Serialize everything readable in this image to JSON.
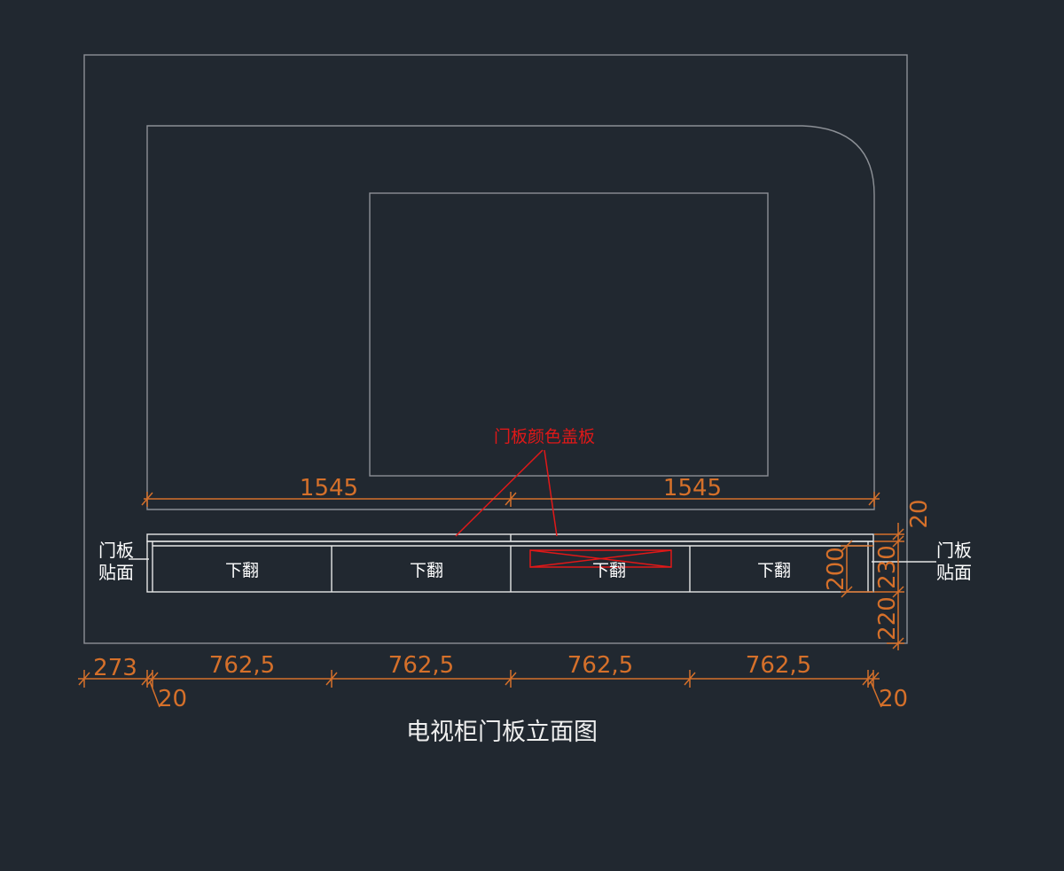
{
  "title": "电视柜门板立面图",
  "color_annotation": "门板颜色盖板",
  "side_labels": {
    "left": [
      "门板",
      "贴面"
    ],
    "right": [
      "门板",
      "贴面"
    ]
  },
  "doors": [
    {
      "label": "下翻"
    },
    {
      "label": "下翻"
    },
    {
      "label": "下翻"
    },
    {
      "label": "下翻"
    }
  ],
  "dimensions": {
    "top_left": "1545",
    "top_right": "1545",
    "left_offset": "273",
    "left_gap": "20",
    "door_widths": [
      "762,5",
      "762,5",
      "762,5",
      "762,5"
    ],
    "right_gap": "20",
    "door_height": "200",
    "cabinet_height": "230",
    "top_thickness": "20",
    "base_height": "220"
  },
  "colors": {
    "background": "#212830",
    "wall_lines": "#8c9096",
    "cabinet_lines": "#e6e6e6",
    "dimension": "#d5702a",
    "annotation_red": "#e01818"
  }
}
